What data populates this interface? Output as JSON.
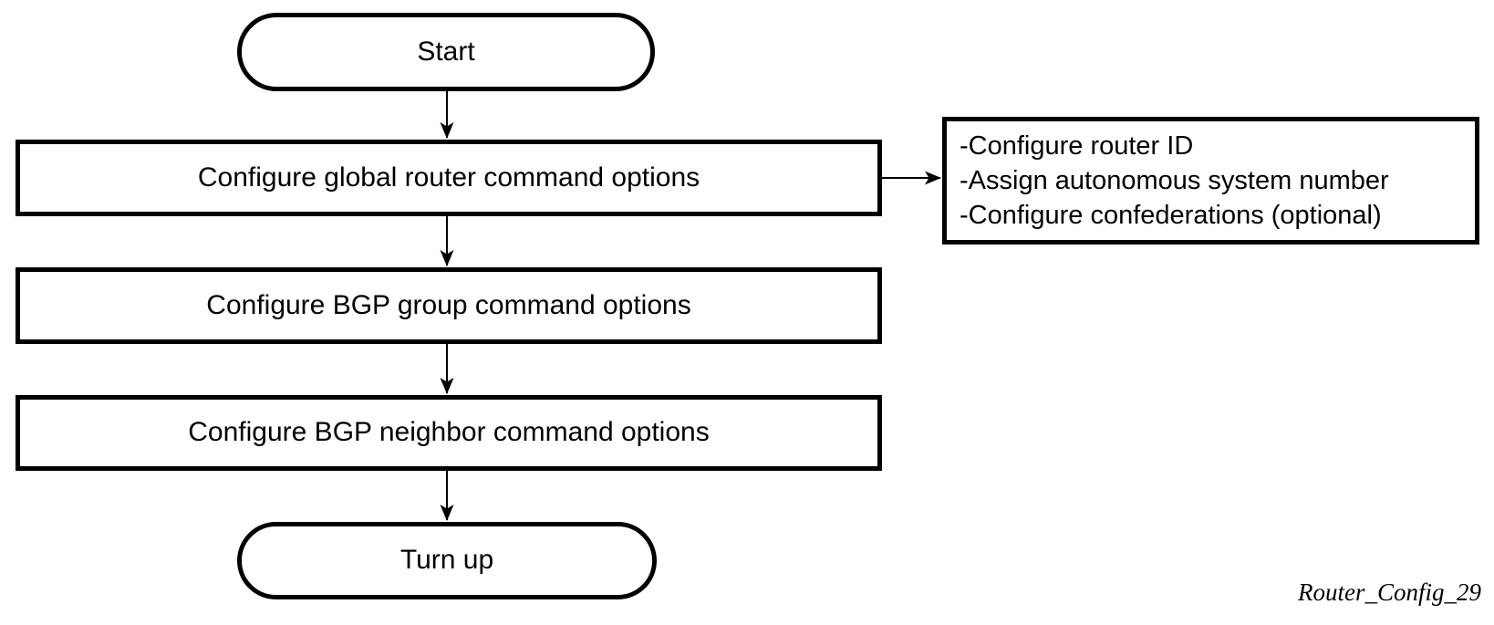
{
  "canvas": {
    "background": "#ffffff",
    "line_color": "#000000"
  },
  "nodes": {
    "start": {
      "label": "Start",
      "shape": "stadium"
    },
    "step1": {
      "label": "Configure global router command options",
      "shape": "rect"
    },
    "step2": {
      "label": "Configure BGP group command options",
      "shape": "rect"
    },
    "step3": {
      "label": "Configure BGP neighbor command options",
      "shape": "rect"
    },
    "end": {
      "label": "Turn up",
      "shape": "stadium"
    }
  },
  "side_note": {
    "lines": [
      "-Configure router ID",
      "-Assign autonomous system number",
      "-Configure confederations (optional)"
    ]
  },
  "edges": [
    {
      "from": "start",
      "to": "step1"
    },
    {
      "from": "step1",
      "to": "step2"
    },
    {
      "from": "step2",
      "to": "step3"
    },
    {
      "from": "step3",
      "to": "end"
    },
    {
      "from": "step1",
      "to": "side_note"
    }
  ],
  "caption": "Router_Config_29"
}
